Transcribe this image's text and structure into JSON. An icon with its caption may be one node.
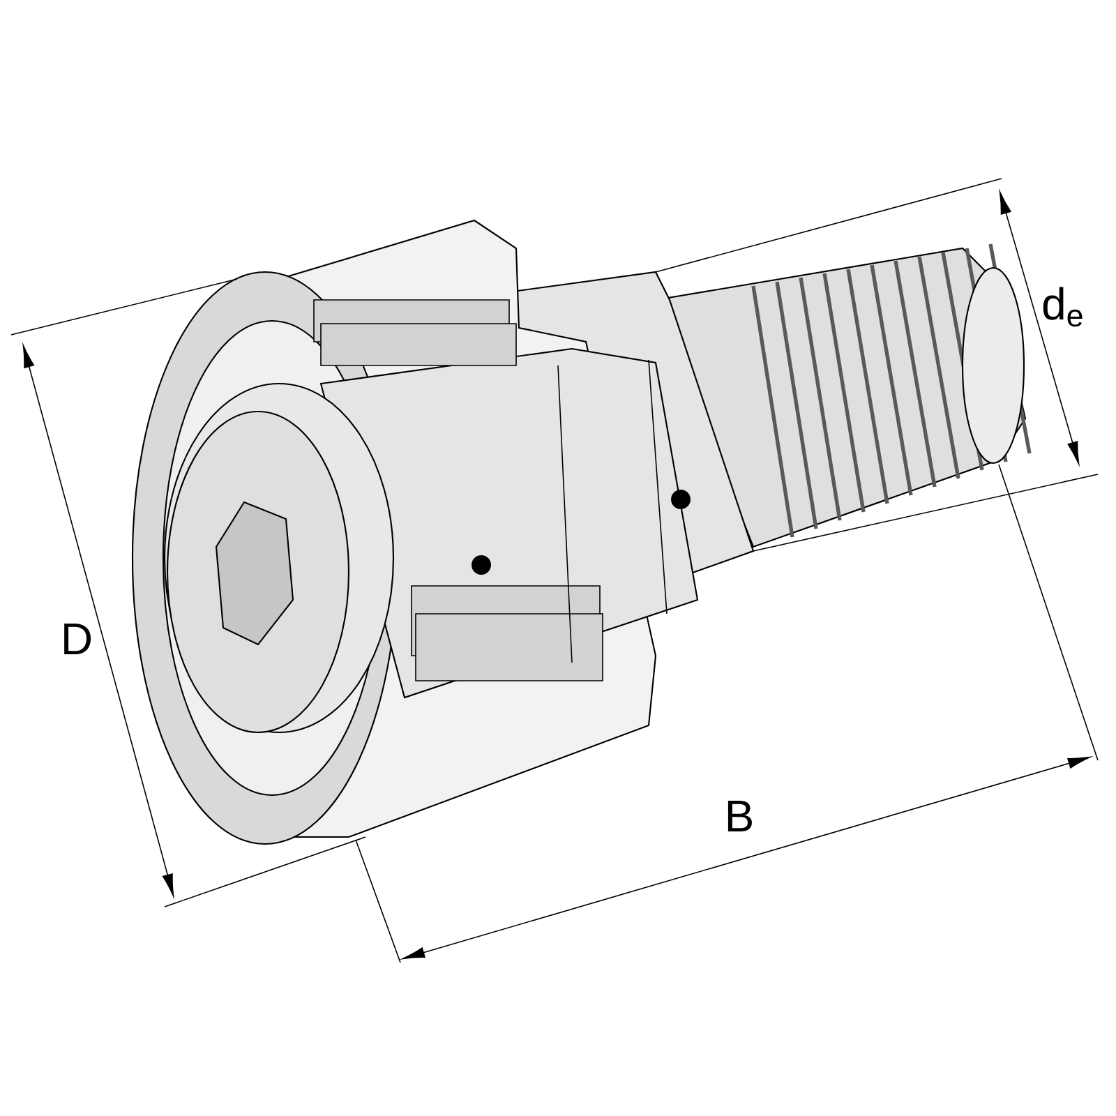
{
  "diagram": {
    "labels": [
      "D",
      "B",
      "d$_{e}$"
    ]
  }
}
